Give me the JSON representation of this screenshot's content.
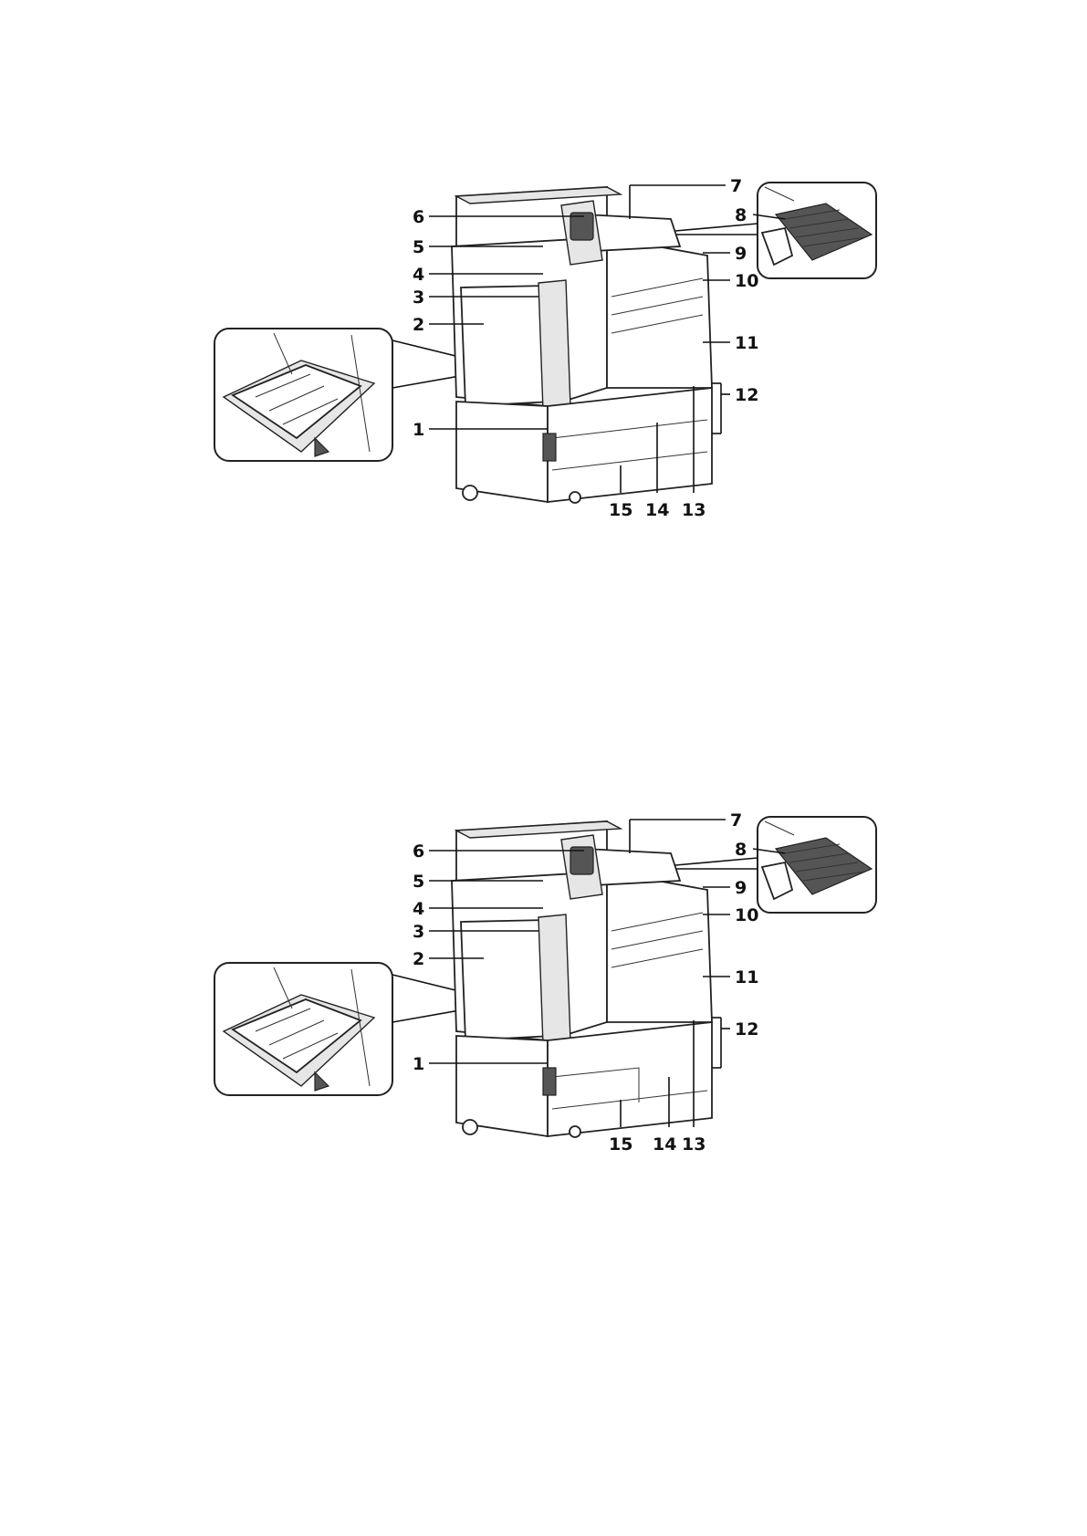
{
  "figures": [
    {
      "id": "top",
      "callouts": [
        "1",
        "2",
        "3",
        "4",
        "5",
        "6",
        "7",
        "8",
        "9",
        "10",
        "11",
        "12",
        "13",
        "14",
        "15"
      ]
    },
    {
      "id": "bottom",
      "callouts": [
        "1",
        "2",
        "3",
        "4",
        "5",
        "6",
        "7",
        "8",
        "9",
        "10",
        "11",
        "12",
        "13",
        "14",
        "15"
      ]
    }
  ],
  "icons": {
    "printer": "printer-illustration",
    "inset_tray": "bypass-tray-inset",
    "inset_output": "output-tray-inset"
  },
  "colors": {
    "line": "#111111",
    "shade": "#e6e6e6",
    "dark": "#555555"
  }
}
